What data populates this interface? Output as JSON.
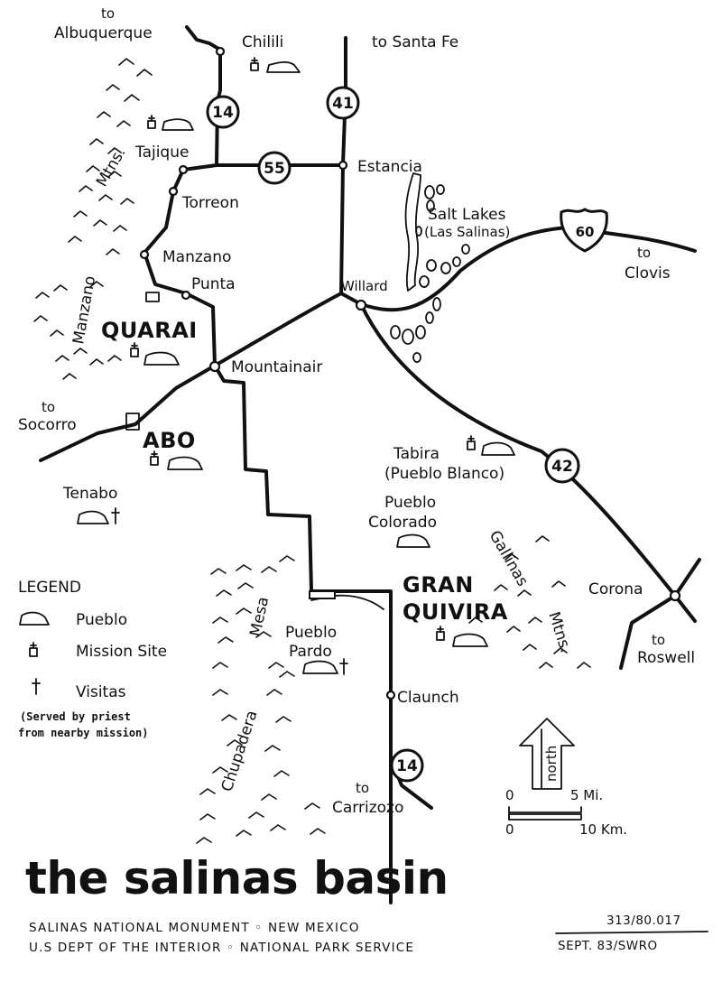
{
  "title": "the salinas basin",
  "footer": {
    "line1": "SALINAS NATIONAL MONUMENT ◦ NEW MEXICO",
    "line2": "U.S DEPT OF THE INTERIOR ◦ NATIONAL PARK SERVICE",
    "ref_top": "313/80.017",
    "ref_bottom": "SEPT. 83/SWRO"
  },
  "sites": {
    "quarai": "QUARAI",
    "abo": "ABO",
    "gran_quivira_1": "GRAN",
    "gran_quivira_2": "QUIVIRA"
  },
  "towns": {
    "chilili": "Chilili",
    "tajique": "Tajique",
    "torreon": "Torreon",
    "manzano": "Manzano",
    "punta": "Punta",
    "mountainair": "Mountainair",
    "estancia": "Estancia",
    "willard": "Willard",
    "corona": "Corona",
    "claunch": "Claunch",
    "tenabo": "Tenabo",
    "tabira": "Tabira",
    "pueblo_blanco": "(Pueblo Blanco)",
    "pueblo_colorado_1": "Pueblo",
    "pueblo_colorado_2": "Colorado",
    "pueblo_pardo_1": "Pueblo",
    "pueblo_pardo_2": "Pardo"
  },
  "directions": {
    "albuquerque_to": "to",
    "albuquerque": "Albuquerque",
    "santa_fe": "to Santa Fe",
    "clovis_to": "to",
    "clovis": "Clovis",
    "socorro_to": "to",
    "socorro": "Socorro",
    "roswell_to": "to",
    "roswell": "Roswell",
    "carrizozo_to": "to",
    "carrizozo": "Carrizozo"
  },
  "features": {
    "salt_lakes": "Salt Lakes",
    "las_salinas": "(Las Salinas)",
    "manzano_mtns_1": "Manzano",
    "manzano_mtns_2": "Mtns.",
    "gallinas": "Gallinas",
    "gallinas_mtns": "Mtns.",
    "mesa": "Mesa",
    "chupadera": "Chupadera"
  },
  "routes": {
    "r14_north": "14",
    "r41": "41",
    "r55": "55",
    "us60": "60",
    "r42": "42",
    "r14_south": "14"
  },
  "legend": {
    "heading": "LEGEND",
    "pueblo": "Pueblo",
    "mission": "Mission Site",
    "visitas": "Visitas",
    "note1": "(Served by priest",
    "note2": "from nearby mission)"
  },
  "scale": {
    "zero_mi": "0",
    "five_mi": "5 Mi.",
    "zero_km": "0",
    "ten_km": "10 Km."
  },
  "north": "north"
}
